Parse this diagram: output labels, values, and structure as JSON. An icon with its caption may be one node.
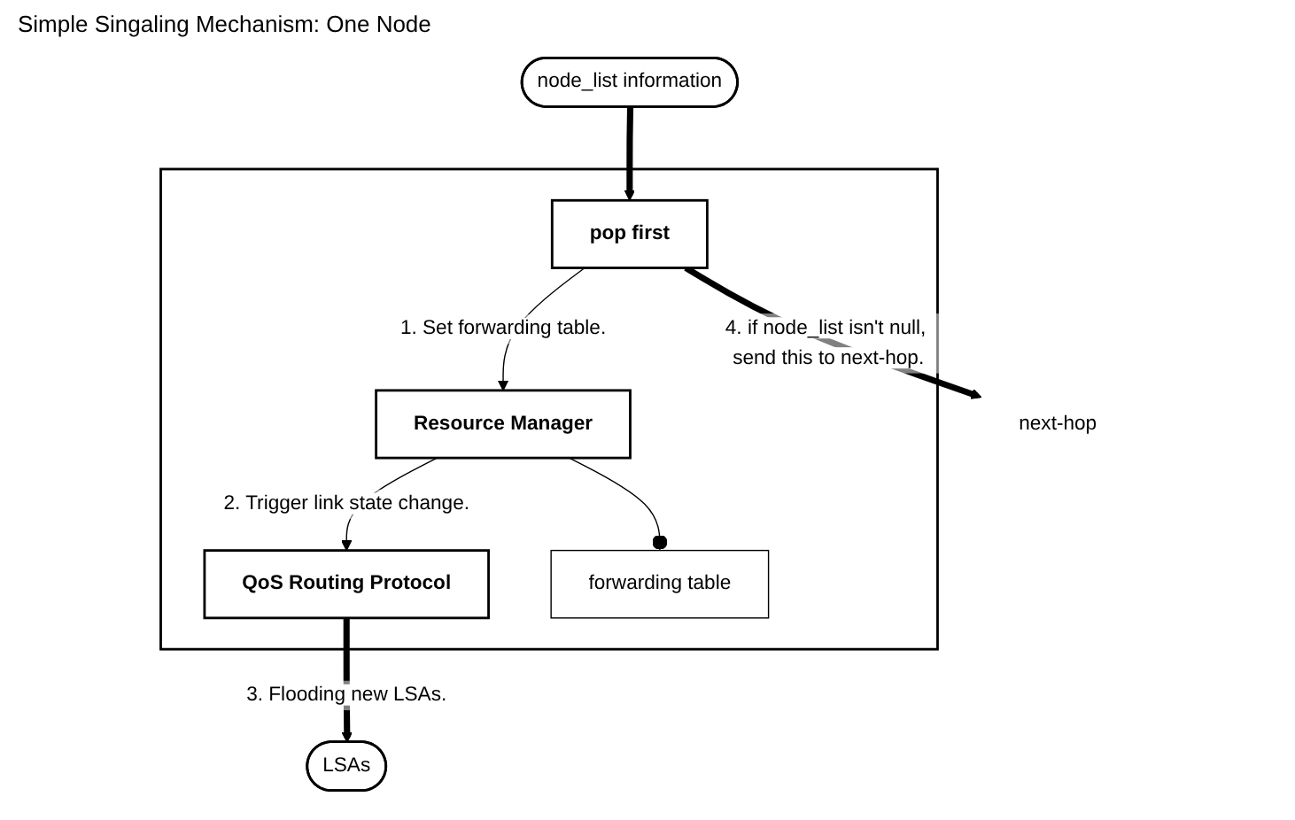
{
  "diagram": {
    "title": "Simple Singaling Mechanism: One Node",
    "nodes": [
      {
        "text": [],
        "shape": "box"
      },
      {
        "text": [
          "node_list information"
        ]
      },
      {
        "text": [
          "pop first"
        ],
        "in": 0
      },
      {
        "text": [
          "Resource Manager"
        ],
        "in": 0
      },
      {
        "text": [
          "QoS Routing Protocol"
        ],
        "in": 0
      },
      {
        "text": [
          "forwarding table"
        ],
        "in": 0
      },
      {
        "text": [
          "LSAs"
        ]
      },
      {
        "text": [
          "next-hop"
        ]
      }
    ],
    "edges": [
      {
        "from": 1,
        "to": 2,
        "arrow": "to",
        "style": "thick"
      },
      {
        "from": 2,
        "to": 7,
        "arrow": "to",
        "label": "4. if node_list isn't null, send this to next-hop.",
        "style": "thick"
      },
      {
        "from": 2,
        "to": 3,
        "arrow": "to",
        "label": "1. Set forwarding table."
      },
      {
        "from": 3,
        "to": 4,
        "arrow": "to",
        "label": "2. Trigger link state change."
      },
      {
        "from": 3,
        "to": 5,
        "arrow": "other"
      },
      {
        "from": 4,
        "to": 6,
        "arrow": "to",
        "label": "3. Flooding new LSAs.",
        "style": "thick"
      }
    ]
  }
}
